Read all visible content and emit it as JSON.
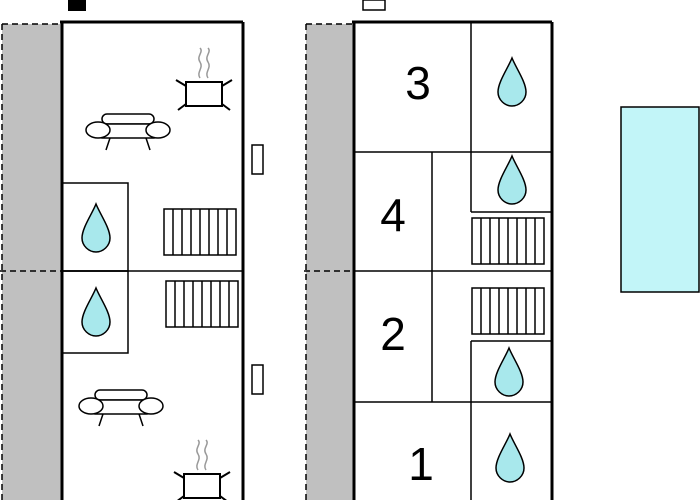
{
  "colors": {
    "terrace": "#c0c0c0",
    "water": "#a8e8ec",
    "pool": "#c2f5f8",
    "line": "#000000",
    "background": "#ffffff"
  },
  "icons": [
    "sofa-icon",
    "cooking-pot-icon",
    "water-drop-icon",
    "stairs-icon",
    "window-icon",
    "pool-icon",
    "door-icon"
  ],
  "floor_labels": {
    "floor_3": "3",
    "floor_4": "4",
    "floor_2": "2",
    "floor_1": "1"
  }
}
